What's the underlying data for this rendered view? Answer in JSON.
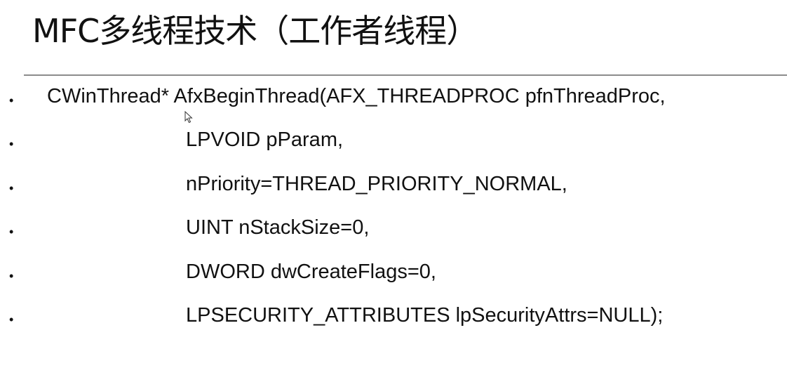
{
  "slide": {
    "title": "MFC多线程技术（工作者线程）",
    "bullet_glyph": "•",
    "lines": [
      "CWinThread* AfxBeginThread(AFX_THREADPROC pfnThreadProc,",
      "LPVOID pParam,",
      "nPriority=THREAD_PRIORITY_NORMAL,",
      "UINT nStackSize=0,",
      "DWORD dwCreateFlags=0,",
      "LPSECURITY_ATTRIBUTES lpSecurityAttrs=NULL);"
    ]
  },
  "colors": {
    "text": "#111111",
    "rule": "#8c8c8c",
    "background": "#ffffff"
  },
  "icons": {
    "cursor": "mouse-pointer-icon"
  }
}
